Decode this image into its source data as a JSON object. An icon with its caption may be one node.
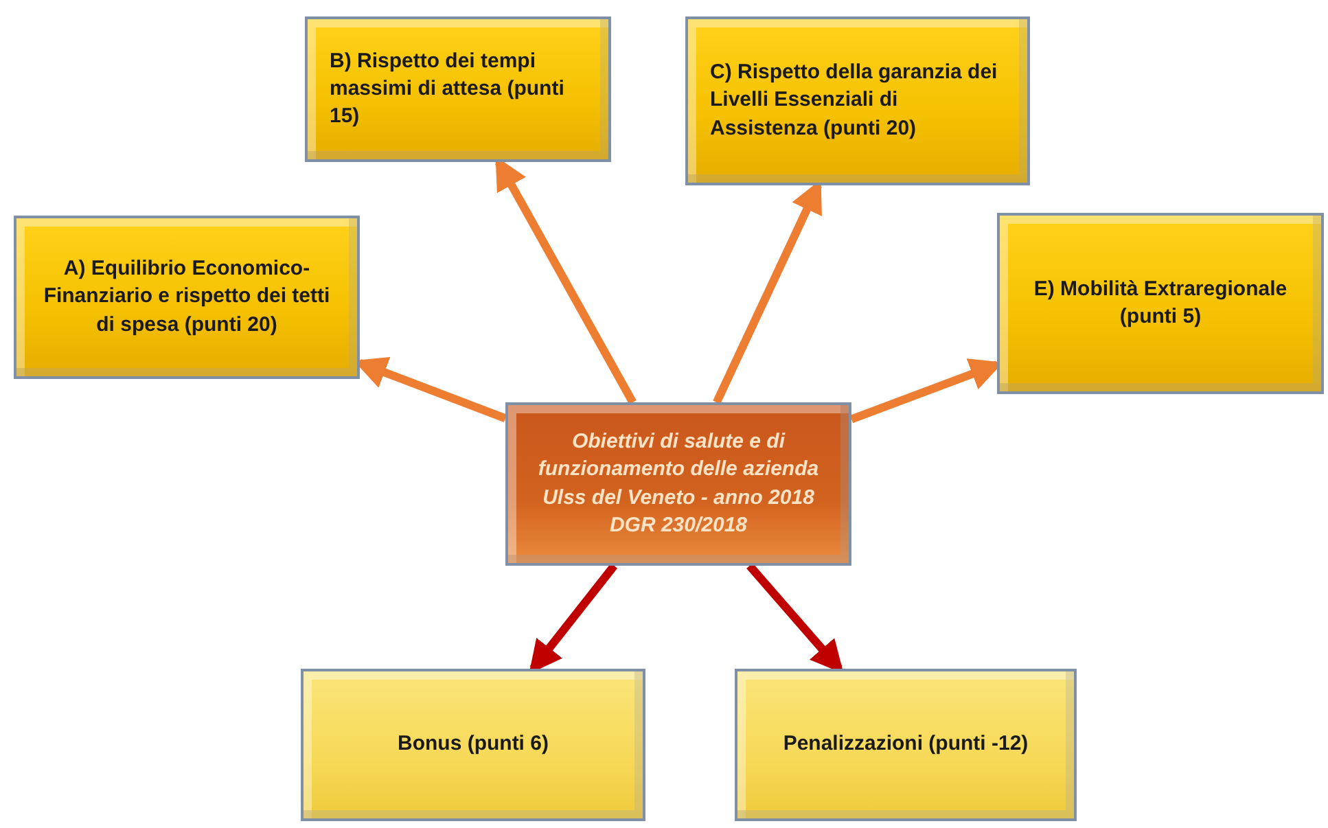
{
  "diagram": {
    "nodes": [
      {
        "text": [
          "B) Rispetto dei tempi massimi di attesa (punti 15)"
        ]
      },
      {
        "text": [
          "C) Rispetto della garanzia dei Livelli Essenziali di Assistenza (punti 20)"
        ]
      },
      {
        "text": [
          "A) Equilibrio Economico-Finanziario e rispetto dei tetti di spesa (punti 20)"
        ]
      },
      {
        "text": [
          "E) Mobilità Extraregionale (punti 5)"
        ]
      },
      {
        "text": [
          "Obiettivi di salute e di funzionamento delle azienda Ulss del Veneto - anno 2018 DGR 230/2018"
        ]
      },
      {
        "text": [
          "Bonus (punti 6)"
        ]
      },
      {
        "text": [
          "Penalizzazioni (punti -12)"
        ]
      }
    ],
    "edges": [
      {
        "from": 4,
        "to": 2,
        "arrow": "to"
      },
      {
        "from": 4,
        "to": 0,
        "arrow": "to"
      },
      {
        "from": 4,
        "to": 1,
        "arrow": "to"
      },
      {
        "from": 4,
        "to": 3,
        "arrow": "to"
      },
      {
        "from": 4,
        "to": 5,
        "arrow": "to",
        "color": "#c00000"
      },
      {
        "from": 4,
        "to": 6,
        "arrow": "to",
        "color": "#c00000"
      }
    ]
  }
}
